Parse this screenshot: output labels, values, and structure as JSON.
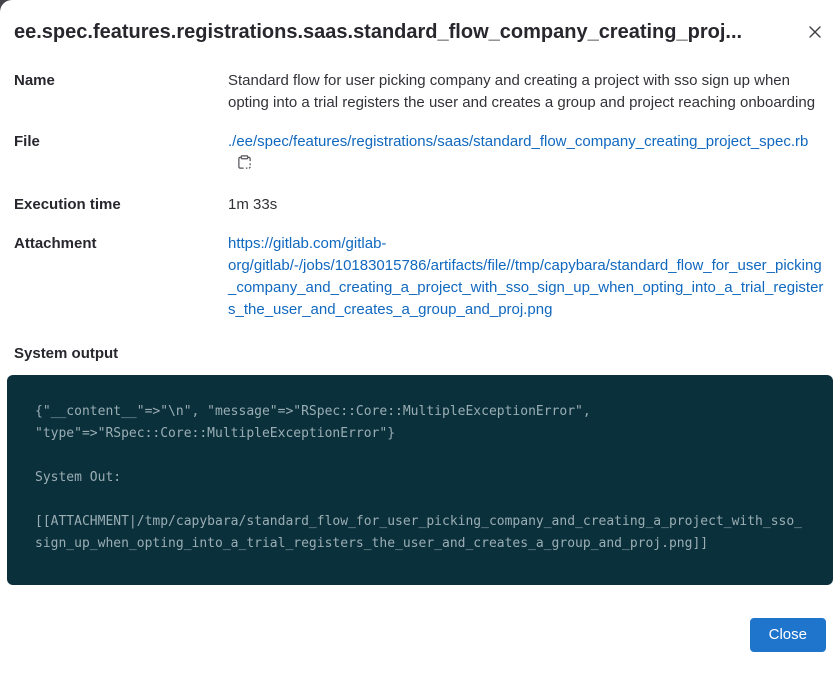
{
  "header": {
    "title": "ee.spec.features.registrations.saas.standard_flow_company_creating_proj..."
  },
  "fields": {
    "name": {
      "label": "Name",
      "value": "Standard flow for user picking company and creating a project with sso sign up when opting into a trial registers the user and creates a group and project reaching onboarding"
    },
    "file": {
      "label": "File",
      "link": "./ee/spec/features/registrations/saas/standard_flow_company_creating_project_spec.rb"
    },
    "execution_time": {
      "label": "Execution time",
      "value": "1m 33s"
    },
    "attachment": {
      "label": "Attachment",
      "link": "https://gitlab.com/gitlab-org/gitlab/-/jobs/10183015786/artifacts/file//tmp/capybara/standard_flow_for_user_picking_company_and_creating_a_project_with_sso_sign_up_when_opting_into_a_trial_registers_the_user_and_creates_a_group_and_proj.png"
    }
  },
  "system_output": {
    "label": "System output",
    "content": "{\"__content__\"=>\"\\n\", \"message\"=>\"RSpec::Core::MultipleExceptionError\", \"type\"=>\"RSpec::Core::MultipleExceptionError\"}\n\nSystem Out:\n\n[[ATTACHMENT|/tmp/capybara/standard_flow_for_user_picking_company_and_creating_a_project_with_sso_sign_up_when_opting_into_a_trial_registers_the_user_and_creates_a_group_and_proj.png]]"
  },
  "footer": {
    "close_button": "Close"
  },
  "icons": {
    "close": "x-cross",
    "copy": "copy-to-clipboard"
  },
  "colors": {
    "link": "#1068bf",
    "primary_button": "#1f75cb",
    "code_background": "#0a303c",
    "code_text": "#9aadb3",
    "heading_text": "#28272d"
  }
}
